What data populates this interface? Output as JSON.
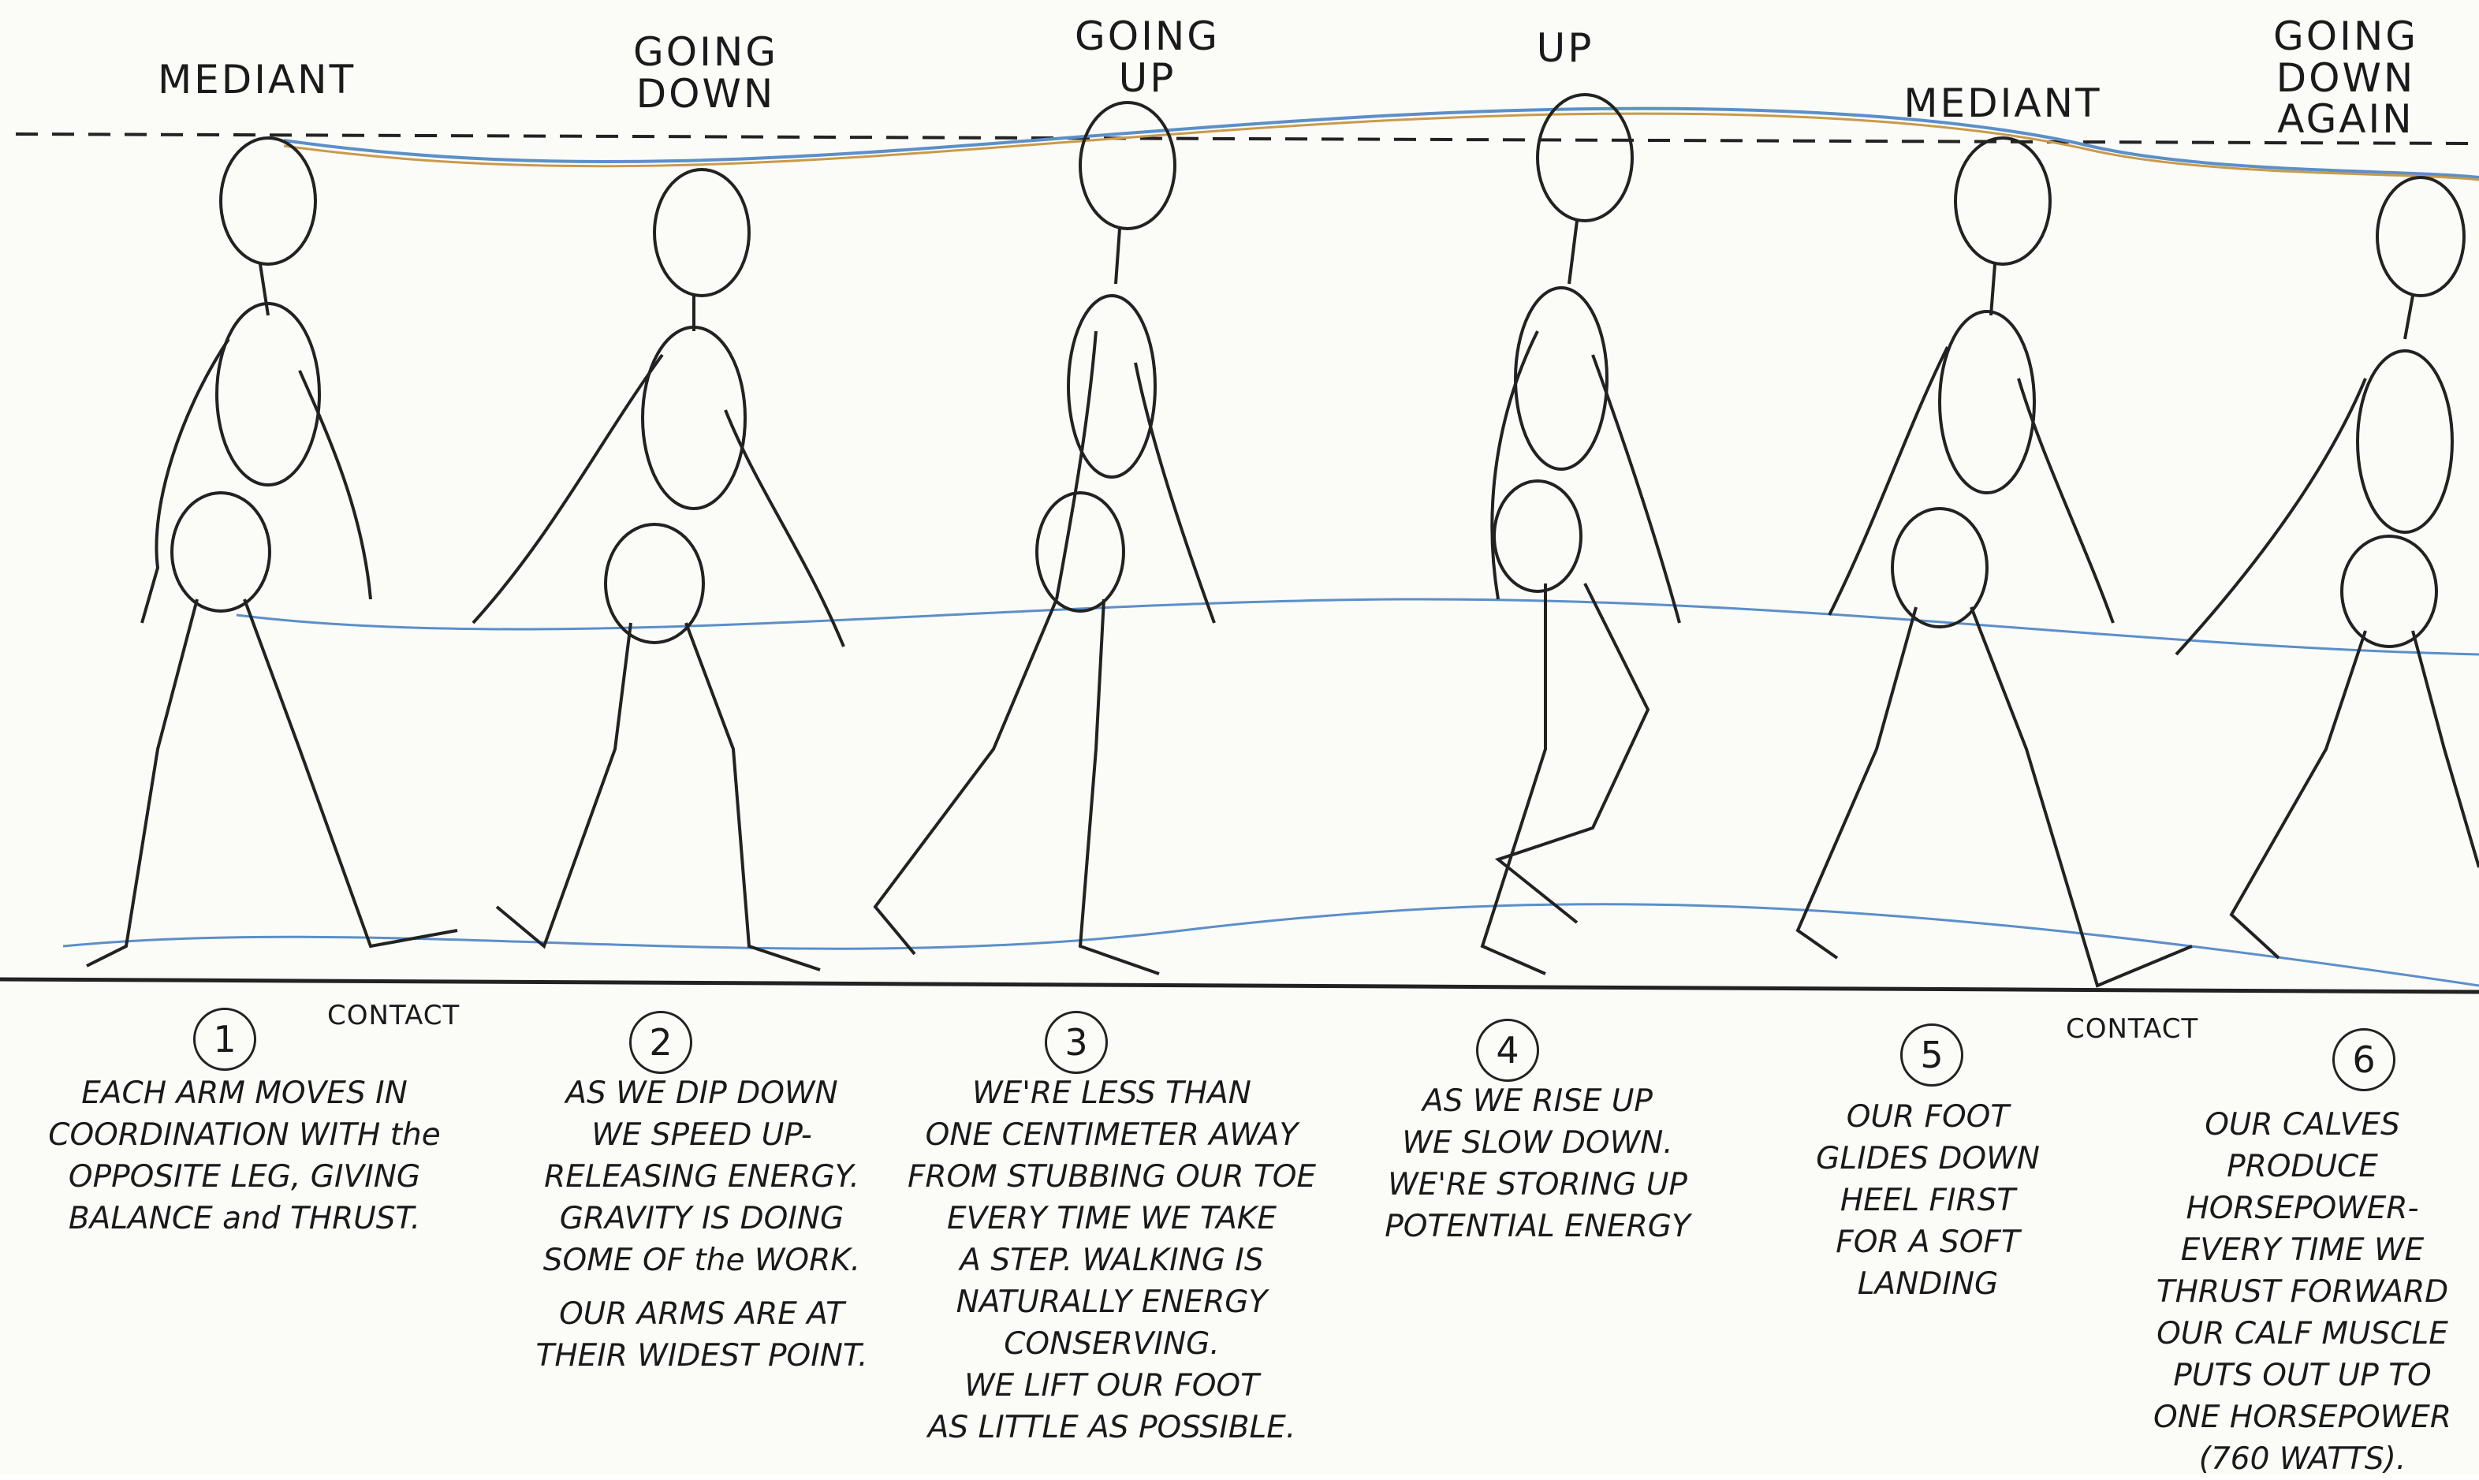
{
  "phases": [
    {
      "id": 1,
      "label": "MEDIANT",
      "note": "EACH ARM MOVES IN\nCOORDINATION WITH the\nOPPOSITE LEG, GIVING\nBALANCE and THRUST."
    },
    {
      "id": 2,
      "label": "GOING\nDOWN",
      "note": "AS WE DIP DOWN\nWE SPEED UP-\nRELEASING ENERGY.\nGRAVITY IS DOING\nSOME OF the WORK.",
      "note2": "OUR ARMS ARE AT\nTHEIR WIDEST POINT."
    },
    {
      "id": 3,
      "label": "GOING\nUP",
      "note": "WE'RE LESS THAN\nONE CENTIMETER AWAY\nFROM STUBBING OUR TOE\nEVERY TIME WE TAKE\nA STEP. WALKING IS\nNATURALLY ENERGY\nCONSERVING.\nWE LIFT OUR FOOT\nAS LITTLE AS POSSIBLE."
    },
    {
      "id": 4,
      "label": "UP",
      "note": "AS WE RISE UP\nWE SLOW DOWN.\nWE'RE STORING UP\nPOTENTIAL ENERGY"
    },
    {
      "id": 5,
      "label": "MEDIANT",
      "note": "OUR FOOT\nGLIDES DOWN\nHEEL FIRST\nFOR A SOFT\nLANDING"
    },
    {
      "id": 6,
      "label": "GOING\nDOWN\nAGAIN",
      "note": "OUR CALVES\nPRODUCE\nHORSEPOWER-\nEVERY TIME WE\nTHRUST FORWARD\nOUR CALF MUSCLE\nPUTS OUT UP TO\nONE HORSEPOWER\n(760 WATTS)."
    }
  ],
  "contacts": [
    "CONTACT",
    "CONTACT"
  ],
  "colors": {
    "ink": "#1a1a1a",
    "guide_blue": "#5b8fc9",
    "guide_orange": "#c99a4a"
  }
}
